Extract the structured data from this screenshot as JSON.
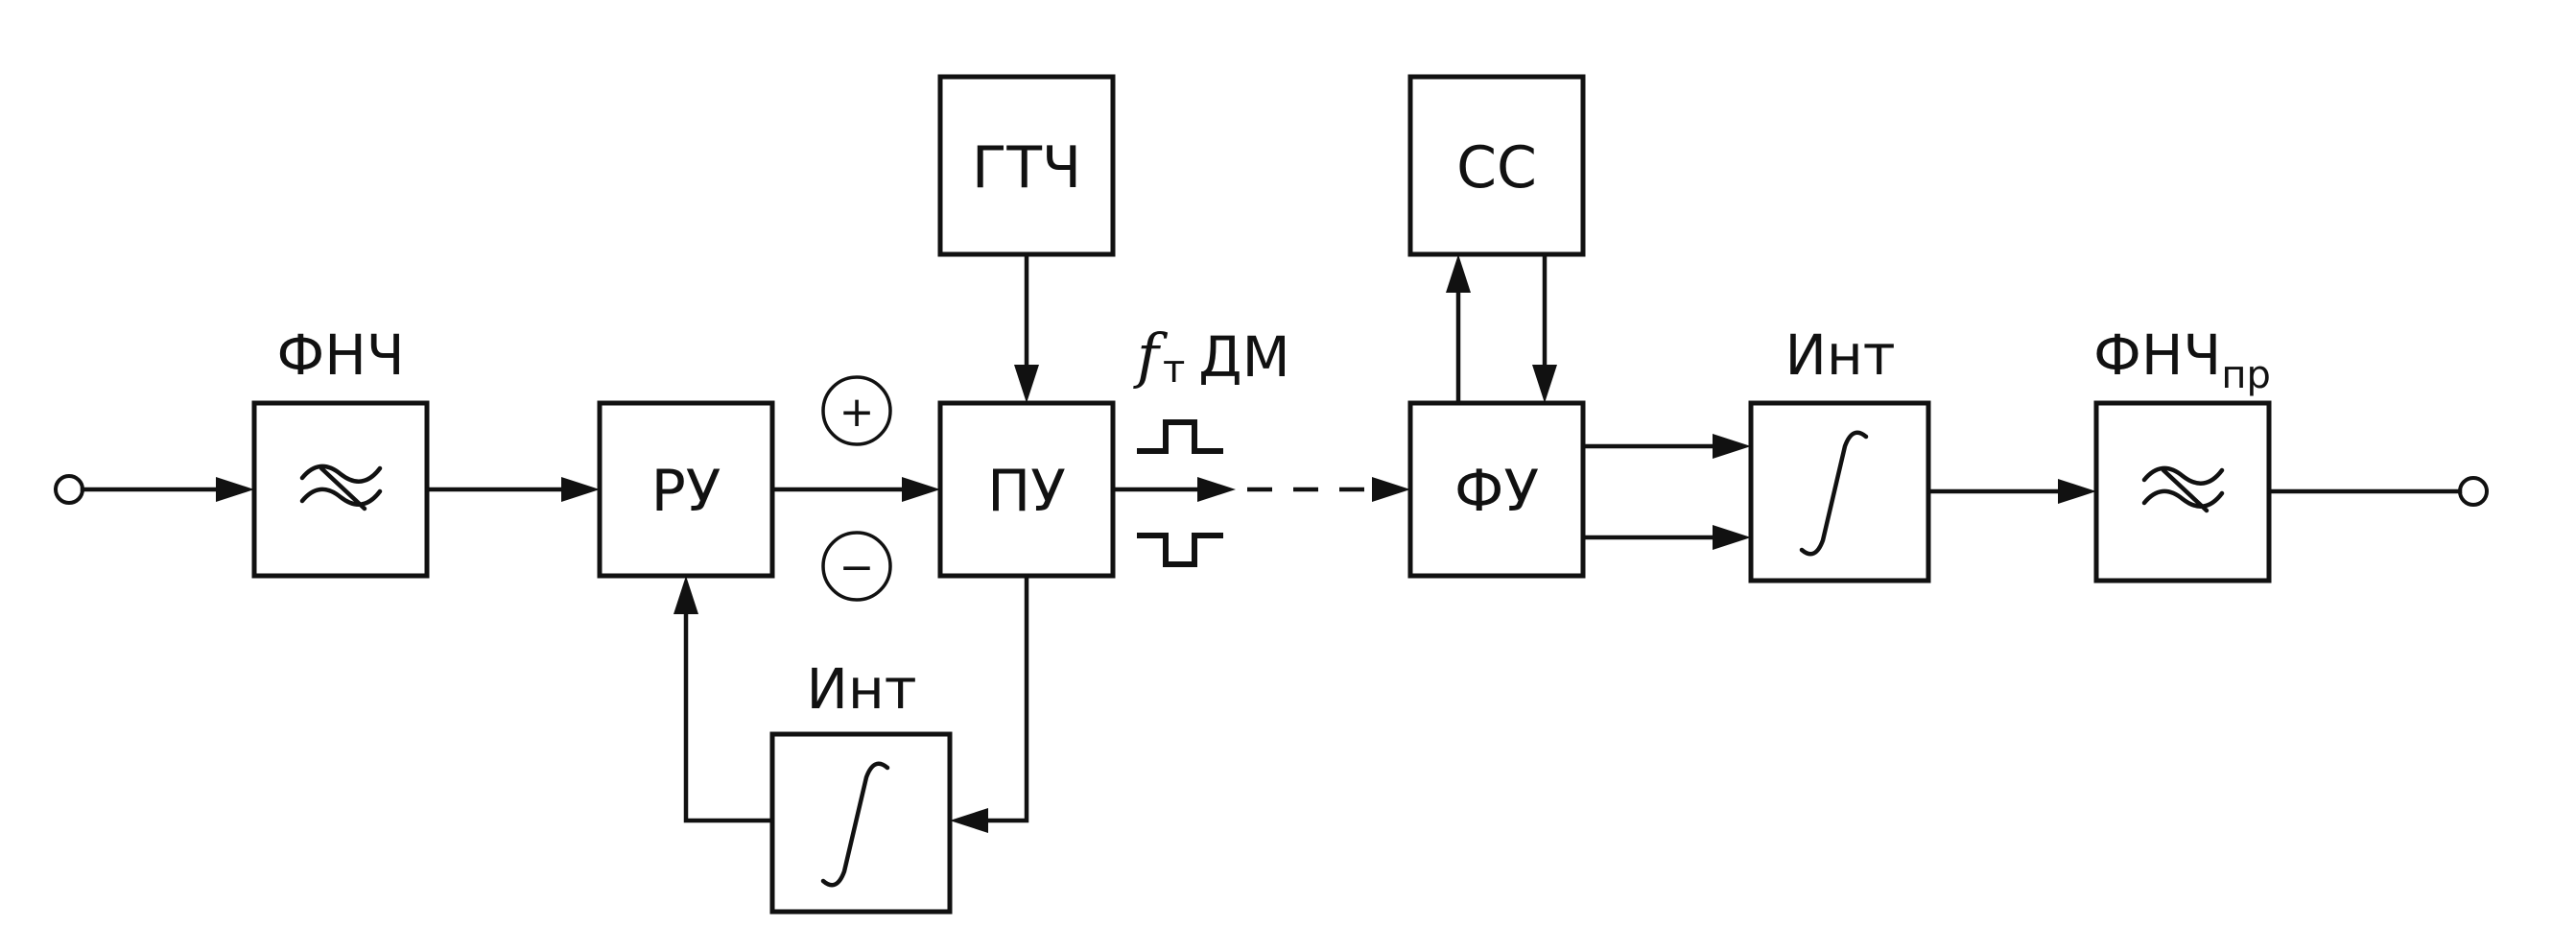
{
  "blocks": {
    "lpf_in": {
      "label": "ФНЧ"
    },
    "ru": {
      "text": "РУ"
    },
    "gtch": {
      "text": "ГТЧ"
    },
    "pu": {
      "text": "ПУ"
    },
    "int_feedback": {
      "label": "Инт"
    },
    "ss": {
      "text": "СС"
    },
    "fu": {
      "text": "ФУ"
    },
    "int_out": {
      "label": "Инт"
    },
    "lpf_out": {
      "label_main": "ФНЧ",
      "label_sub": "пр"
    }
  },
  "signs": {
    "plus": "+",
    "minus": "−"
  },
  "clock_label": {
    "f": "f",
    "t": "т",
    "dm": "ДМ"
  },
  "icons": {
    "lpf": "lowpass-filter-icon",
    "integrator": "integral-icon",
    "pulses": "pulse-waveform-icon"
  },
  "colors": {
    "line": "#111111",
    "background": "#ffffff"
  }
}
